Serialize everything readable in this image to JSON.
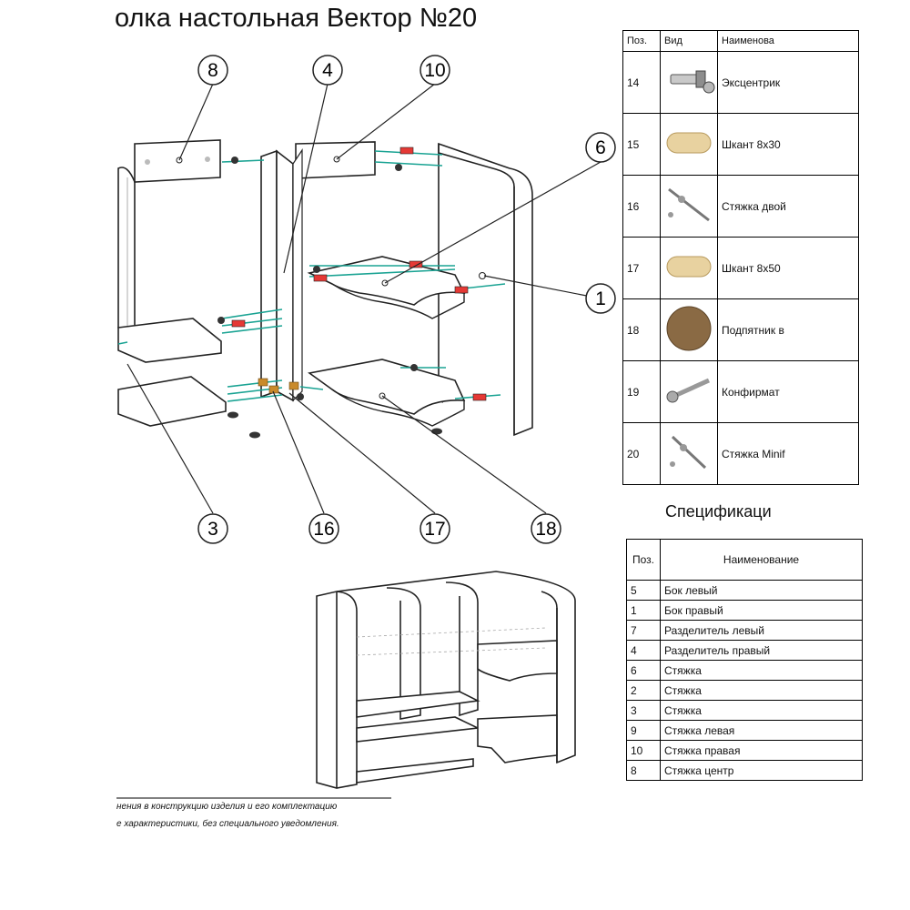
{
  "title": "олка настольная Вектор №20",
  "callouts": [
    "8",
    "4",
    "10",
    "6",
    "1",
    "3",
    "16",
    "17",
    "18"
  ],
  "hardware_table": {
    "headers": [
      "Поз.",
      "Вид",
      "Наименова"
    ],
    "rows": [
      {
        "pos": "14",
        "icon": "eccentric-icon",
        "name": "Эксцентрик"
      },
      {
        "pos": "15",
        "icon": "dowel-icon",
        "name": "Шкант 8x30"
      },
      {
        "pos": "16",
        "icon": "double-screed-icon",
        "name": "Стяжка двой"
      },
      {
        "pos": "17",
        "icon": "dowel-icon",
        "name": "Шкант 8x50"
      },
      {
        "pos": "18",
        "icon": "felt-pad-icon",
        "name": "Подпятник в"
      },
      {
        "pos": "19",
        "icon": "confirmat-screw-icon",
        "name": "Конфирмат"
      },
      {
        "pos": "20",
        "icon": "minifix-icon",
        "name": "Стяжка Minif"
      }
    ]
  },
  "spec": {
    "title": "Спецификаци",
    "headers": [
      "Поз.",
      "Наименование"
    ],
    "rows": [
      {
        "pos": "5",
        "name": "Бок левый"
      },
      {
        "pos": "1",
        "name": "Бок правый"
      },
      {
        "pos": "7",
        "name": "Разделитель левый"
      },
      {
        "pos": "4",
        "name": "Разделитель правый"
      },
      {
        "pos": "6",
        "name": "Стяжка"
      },
      {
        "pos": "2",
        "name": "Стяжка"
      },
      {
        "pos": "3",
        "name": "Стяжка"
      },
      {
        "pos": "9",
        "name": "Стяжка левая"
      },
      {
        "pos": "10",
        "name": "Стяжка правая"
      },
      {
        "pos": "8",
        "name": "Стяжка центр"
      }
    ]
  },
  "footnote": {
    "line1": "нения в конструкцию изделия и его комплектацию",
    "line2": "е характеристики, без специального уведомления."
  },
  "colors": {
    "fastener_red": "#e53935",
    "connector_teal": "#1aa393",
    "wood": "#e8d2a0",
    "felt": "#8a6a44"
  }
}
